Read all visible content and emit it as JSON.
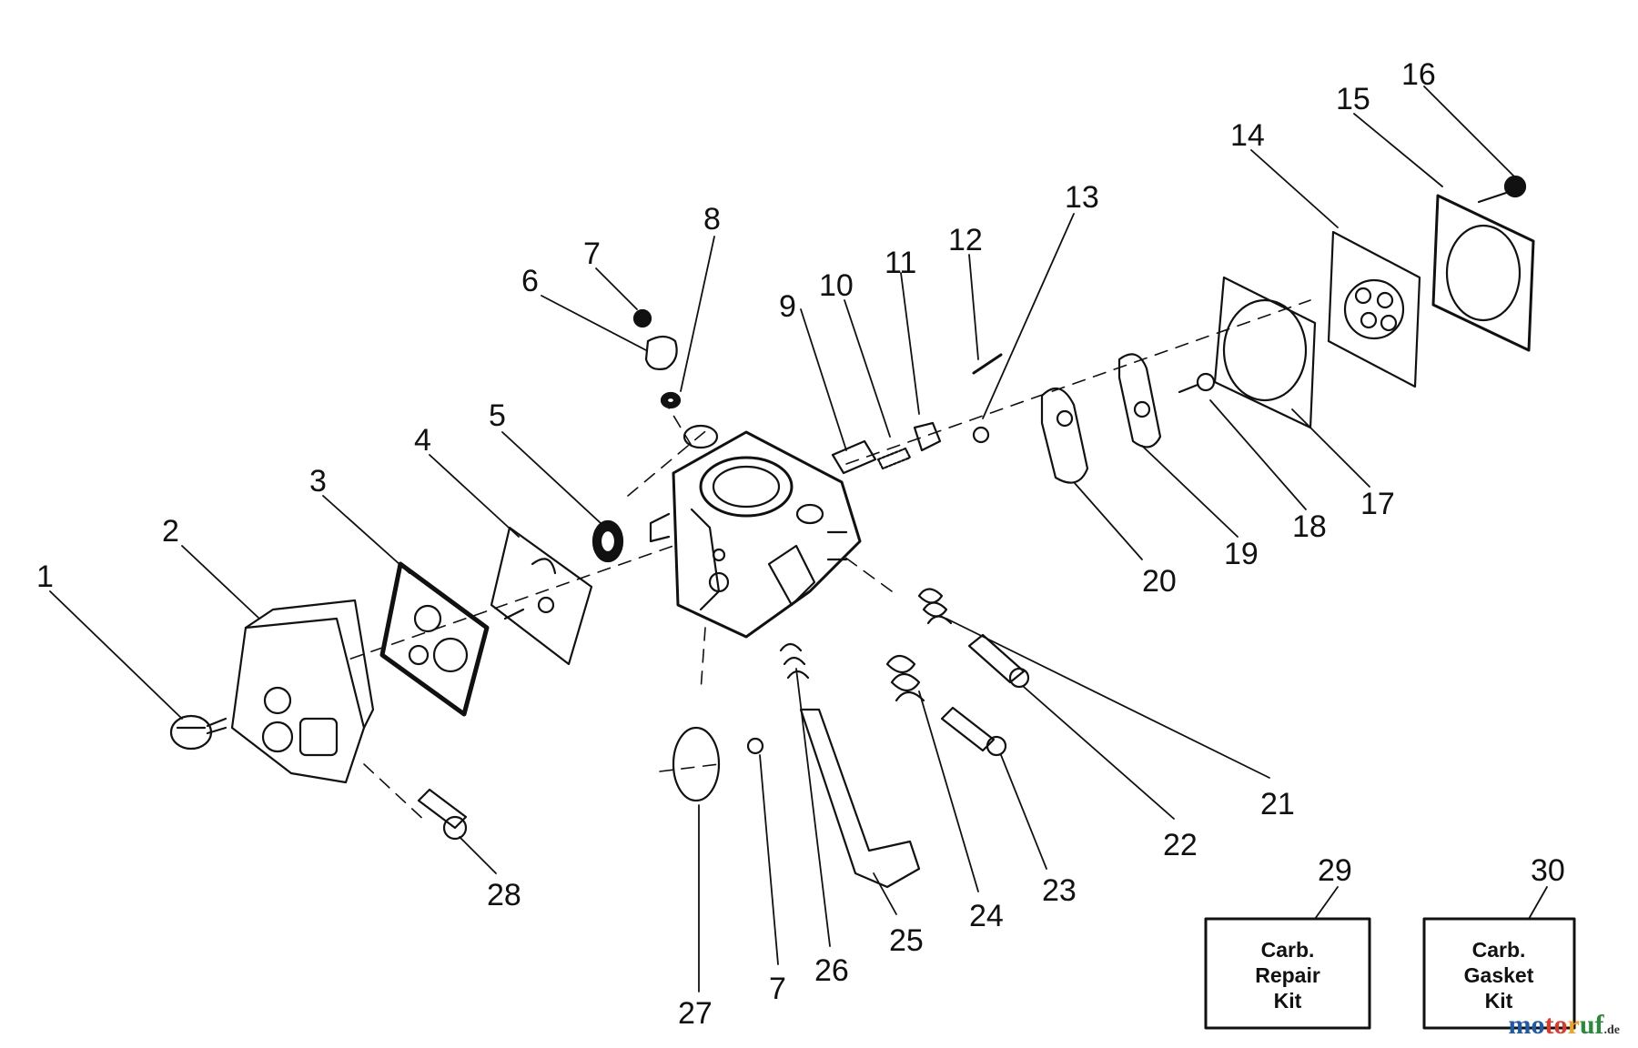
{
  "callouts": [
    "1",
    "2",
    "3",
    "4",
    "5",
    "6",
    "7",
    "8",
    "9",
    "10",
    "11",
    "12",
    "13",
    "14",
    "15",
    "16",
    "17",
    "18",
    "19",
    "20",
    "21",
    "22",
    "23",
    "24",
    "25",
    "26",
    "27",
    "7",
    "28",
    "29",
    "30"
  ],
  "kits": {
    "repair": [
      "Carb.",
      "Repair",
      "Kit"
    ],
    "gasket": [
      "Carb.",
      "Gasket",
      "Kit"
    ]
  },
  "watermark": {
    "a": "mo",
    "b": "to",
    "c": "r",
    "d": "uf",
    "tld": ".de"
  },
  "colors": {
    "ink": "#111111",
    "paper": "#ffffff"
  }
}
